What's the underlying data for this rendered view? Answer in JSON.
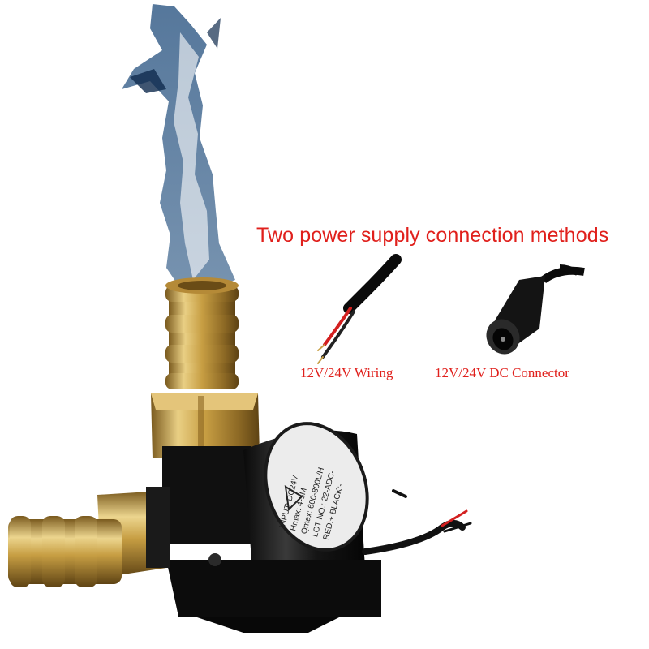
{
  "image": {
    "headline": "Two power supply connection methods",
    "options": [
      {
        "label": "12V/24V Wiring",
        "icon": "bare-wire-cable-icon"
      },
      {
        "label": "12V/24V DC Connector",
        "icon": "dc-barrel-connector-icon"
      }
    ],
    "pump_label": {
      "lines": [
        "INPUT: DC24V",
        "Hmax: 4-5M",
        "Qmax: 600-800L/H",
        "LOT NO.: 22-ADC-",
        "RED:+  BLACK:-"
      ]
    },
    "colors": {
      "text_red": "#e0201c",
      "brass": "#c9a24a",
      "pump_body": "#141414",
      "water": "#2f5a8a"
    }
  }
}
